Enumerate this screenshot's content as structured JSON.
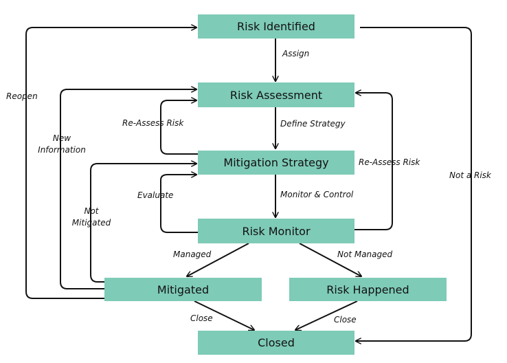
{
  "states": {
    "risk_identified": "Risk Identified",
    "risk_assessment": "Risk Assessment",
    "mitigation_strategy": "Mitigation Strategy",
    "risk_monitor": "Risk Monitor",
    "mitigated": "Mitigated",
    "risk_happened": "Risk Happened",
    "closed": "Closed"
  },
  "transitions": {
    "assign": "Assign",
    "define_strategy": "Define Strategy",
    "monitor_control": "Monitor & Control",
    "managed": "Managed",
    "not_managed": "Not Managed",
    "close_left": "Close",
    "close_right": "Close",
    "reassess_left": "Re-Assess Risk",
    "reassess_right": "Re-Assess Risk",
    "evaluate": "Evaluate",
    "not_mitigated_1": "Not",
    "not_mitigated_2": "Mitigated",
    "new_information_1": "New",
    "new_information_2": "Information",
    "reopen": "Reopen",
    "not_a_risk": "Not a Risk"
  },
  "colors": {
    "node_fill": "#7ecbb7",
    "edge": "#111111"
  }
}
